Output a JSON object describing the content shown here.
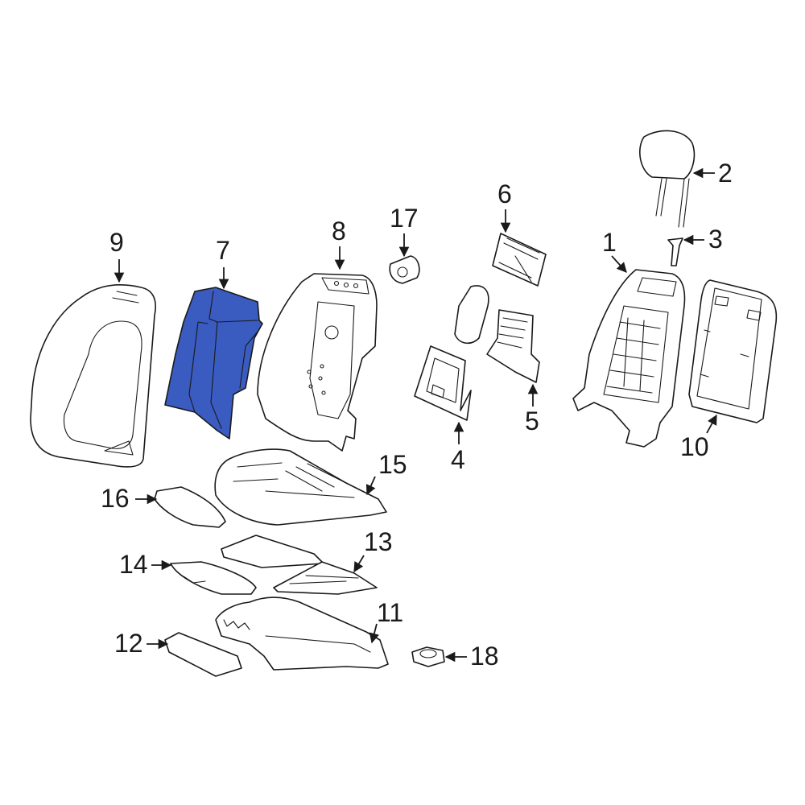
{
  "diagram": {
    "highlight_color": "#3a5bbf",
    "line_color": "#1a1a1a",
    "callouts": [
      "1",
      "2",
      "3",
      "4",
      "5",
      "6",
      "7",
      "8",
      "9",
      "10",
      "11",
      "12",
      "13",
      "14",
      "15",
      "16",
      "17",
      "18"
    ],
    "highlighted_part": "7"
  }
}
